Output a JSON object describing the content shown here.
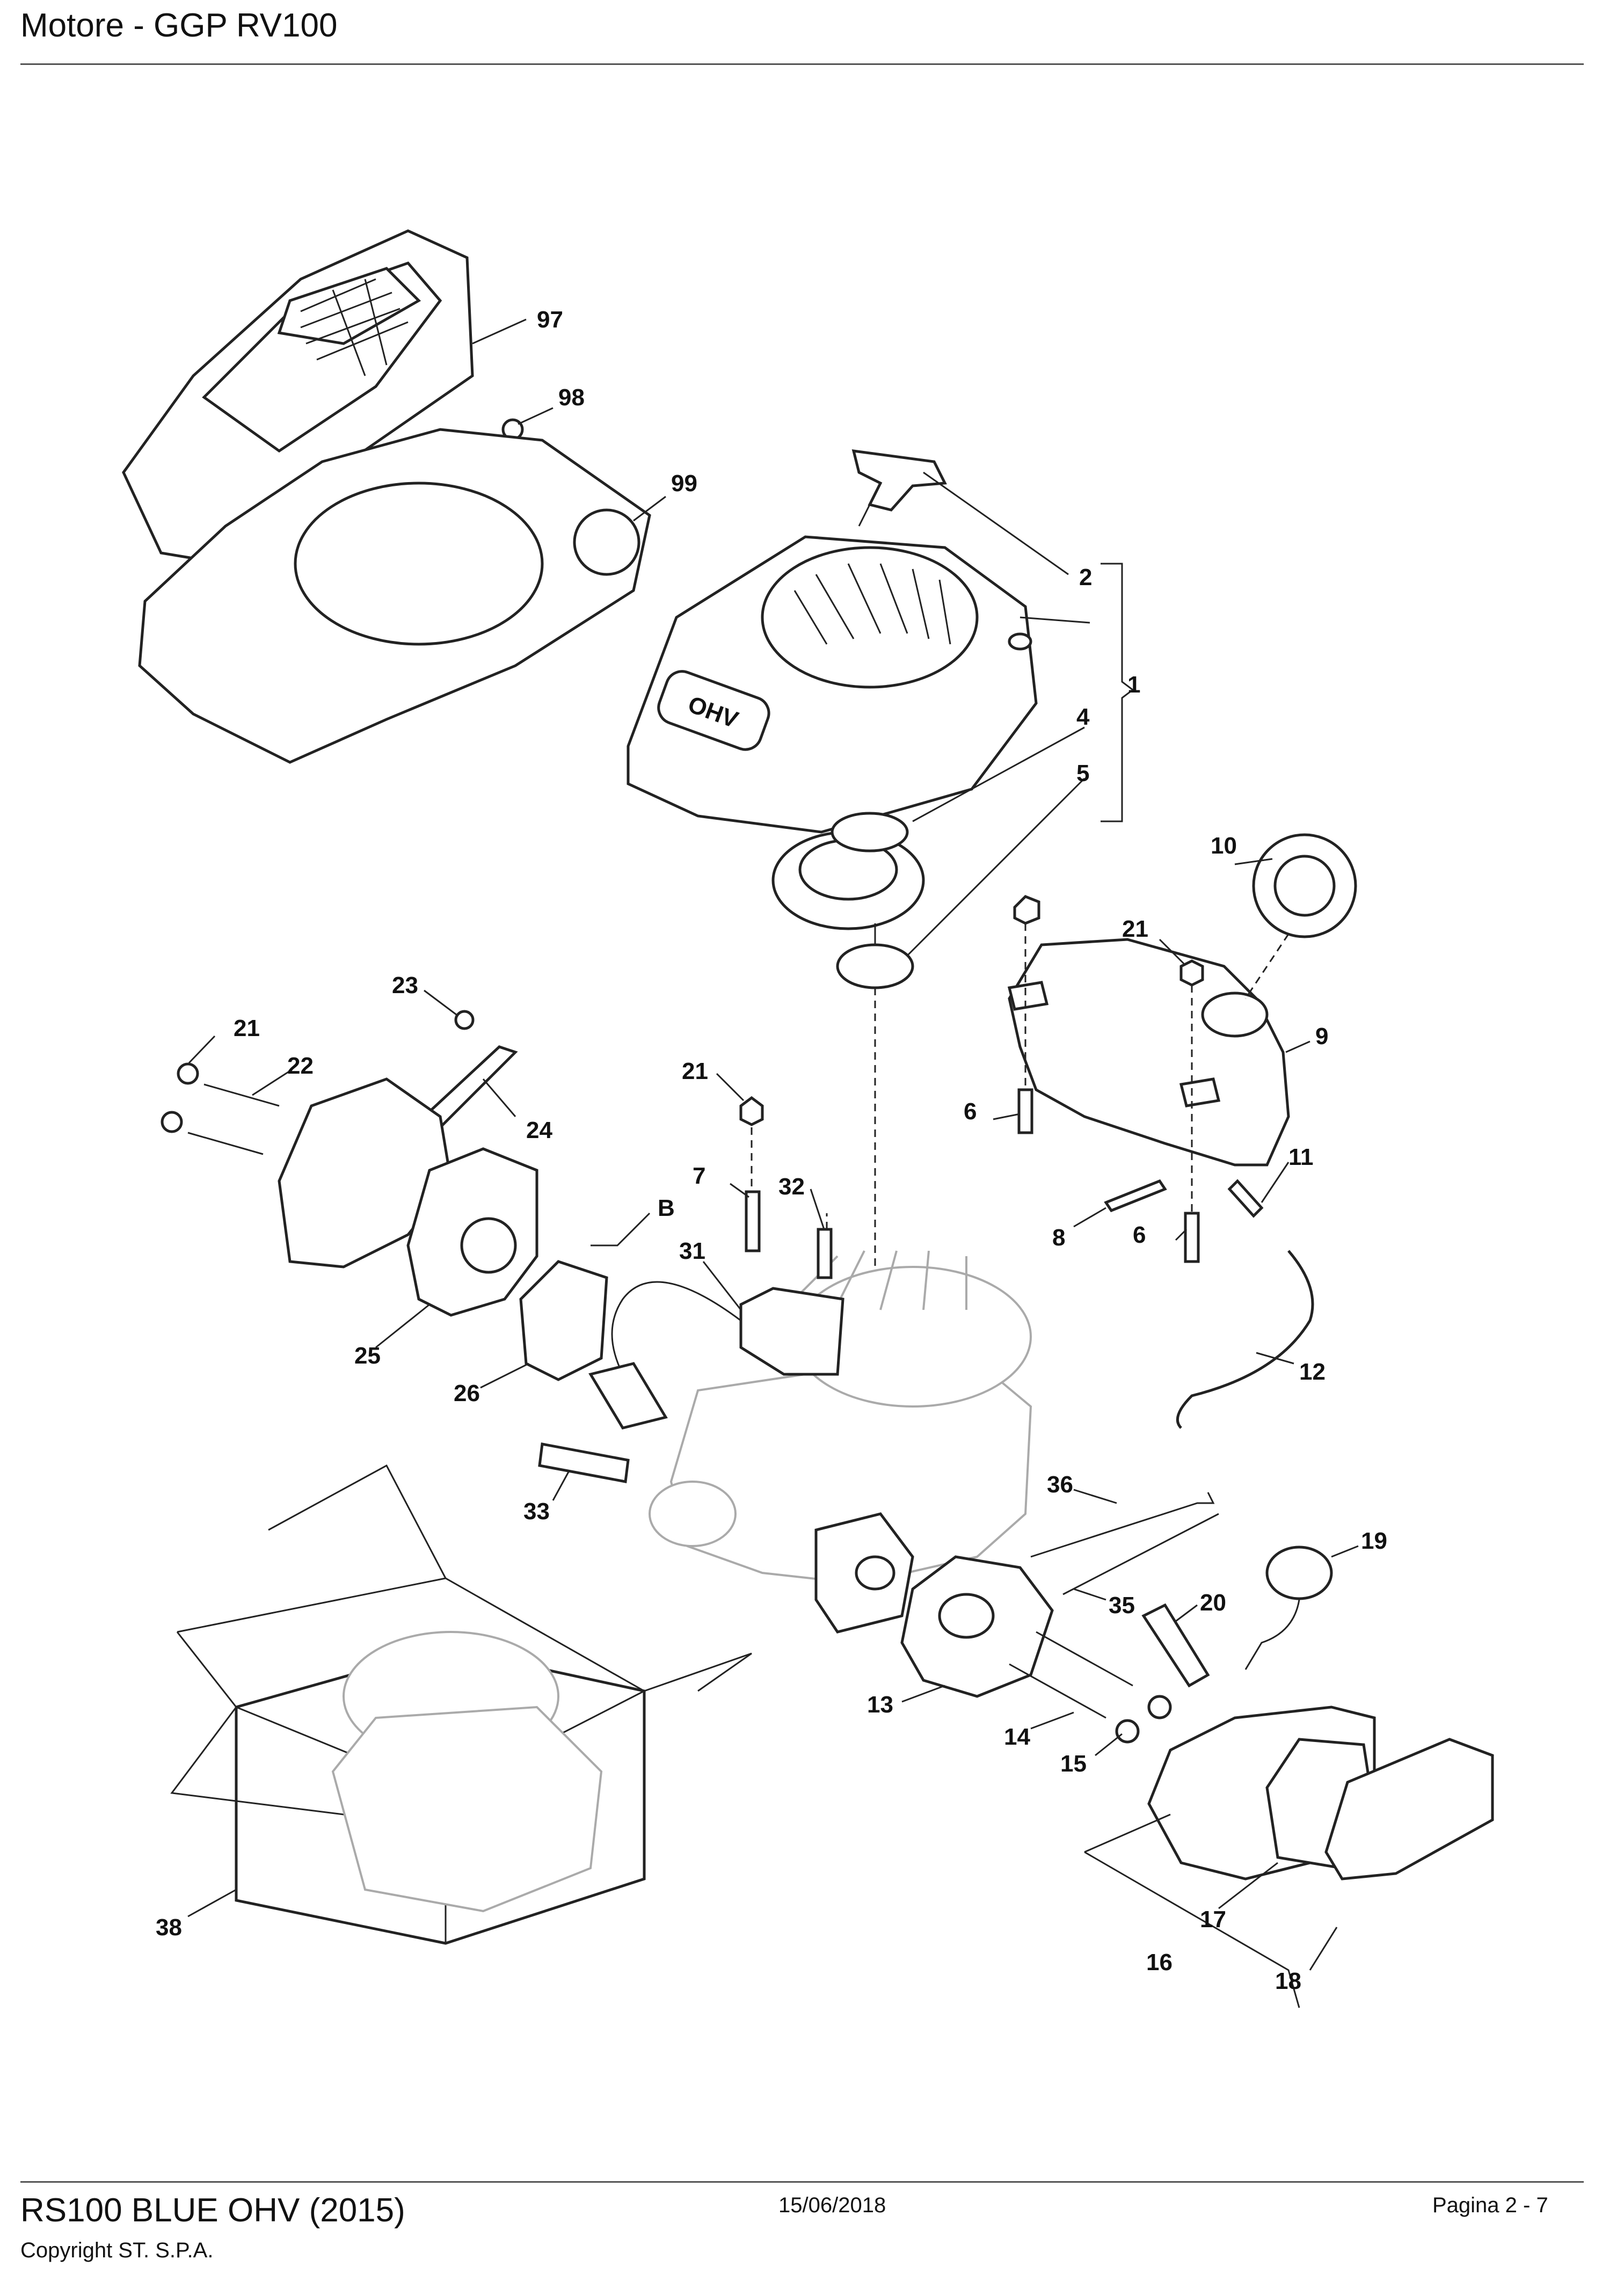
{
  "header": {
    "title": "Motore - GGP RV100"
  },
  "footer": {
    "model": "RS100 BLUE OHV (2015)",
    "date": "15/06/2018",
    "page": "Pagina 2 - 7",
    "copyright": "Copyright ST. S.P.A."
  },
  "diagram": {
    "cover_badge": "OHV",
    "labels": {
      "p97": "97",
      "p98": "98",
      "p99": "99",
      "p2": "2",
      "p1": "1",
      "p4": "4",
      "p5": "5",
      "p10": "10",
      "p21a": "21",
      "p9": "9",
      "p23": "23",
      "p21b": "21",
      "p22": "22",
      "p24": "24",
      "p21c": "21",
      "p6a": "6",
      "p11": "11",
      "p7": "7",
      "p32": "32",
      "p8": "8",
      "p6b": "6",
      "pB": "B",
      "p31": "31",
      "p25": "25",
      "p26": "26",
      "p12": "12",
      "p33": "33",
      "p36": "36",
      "p19": "19",
      "p35": "35",
      "p20": "20",
      "p13": "13",
      "p14": "14",
      "p15": "15",
      "p17": "17",
      "p38": "38",
      "p16": "16",
      "p18": "18"
    }
  }
}
